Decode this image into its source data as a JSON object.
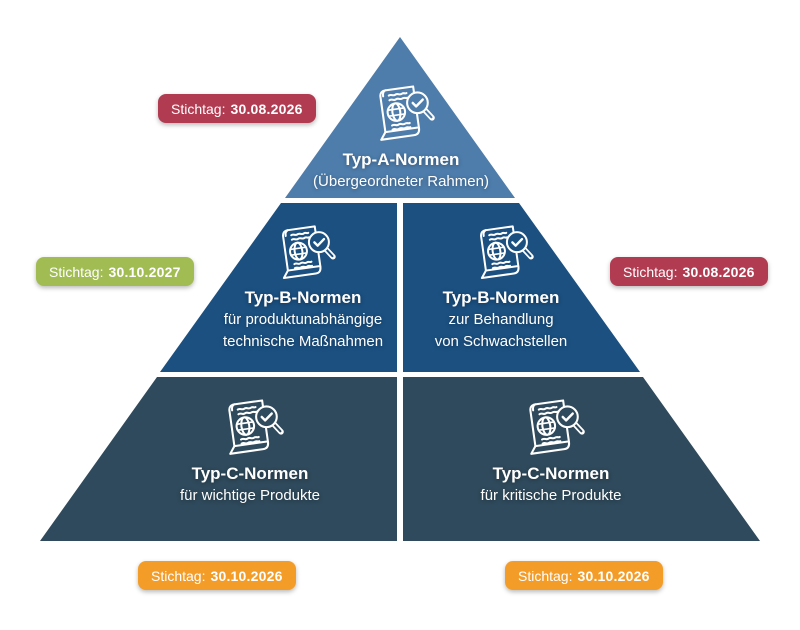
{
  "page": {
    "background": "#ffffff"
  },
  "segments": [
    {
      "id": "typ-a",
      "title": "Typ-A-Normen",
      "lines": [
        "(Übergeordneter Rahmen)"
      ],
      "color": "#4e7dac"
    },
    {
      "id": "typ-b-left",
      "title": "Typ-B-Normen",
      "lines": [
        "für produktunabhängige",
        "technische Maßnahmen"
      ],
      "color": "#1b5080"
    },
    {
      "id": "typ-b-right",
      "title": "Typ-B-Normen",
      "lines": [
        "zur Behandlung",
        "von Schwachstellen"
      ],
      "color": "#1b5080"
    },
    {
      "id": "typ-c-left",
      "title": "Typ-C-Normen",
      "lines": [
        "für wichtige Produkte"
      ],
      "color": "#2f4a5c"
    },
    {
      "id": "typ-c-right",
      "title": "Typ-C-Normen",
      "lines": [
        "für kritische Produkte"
      ],
      "color": "#2f4a5c"
    }
  ],
  "badges": [
    {
      "id": "badge-typ-a",
      "label": "Stichtag:",
      "date": "30.08.2026",
      "color": "#b13c52"
    },
    {
      "id": "badge-typ-b-left",
      "label": "Stichtag:",
      "date": "30.10.2027",
      "color": "#a1bc52"
    },
    {
      "id": "badge-typ-b-right",
      "label": "Stichtag:",
      "date": "30.08.2026",
      "color": "#b13c52"
    },
    {
      "id": "badge-typ-c-left",
      "label": "Stichtag:",
      "date": "30.10.2026",
      "color": "#f39c28"
    },
    {
      "id": "badge-typ-c-right",
      "label": "Stichtag:",
      "date": "30.10.2026",
      "color": "#f39c28"
    }
  ],
  "icon": {
    "name": "document-search-icon"
  }
}
